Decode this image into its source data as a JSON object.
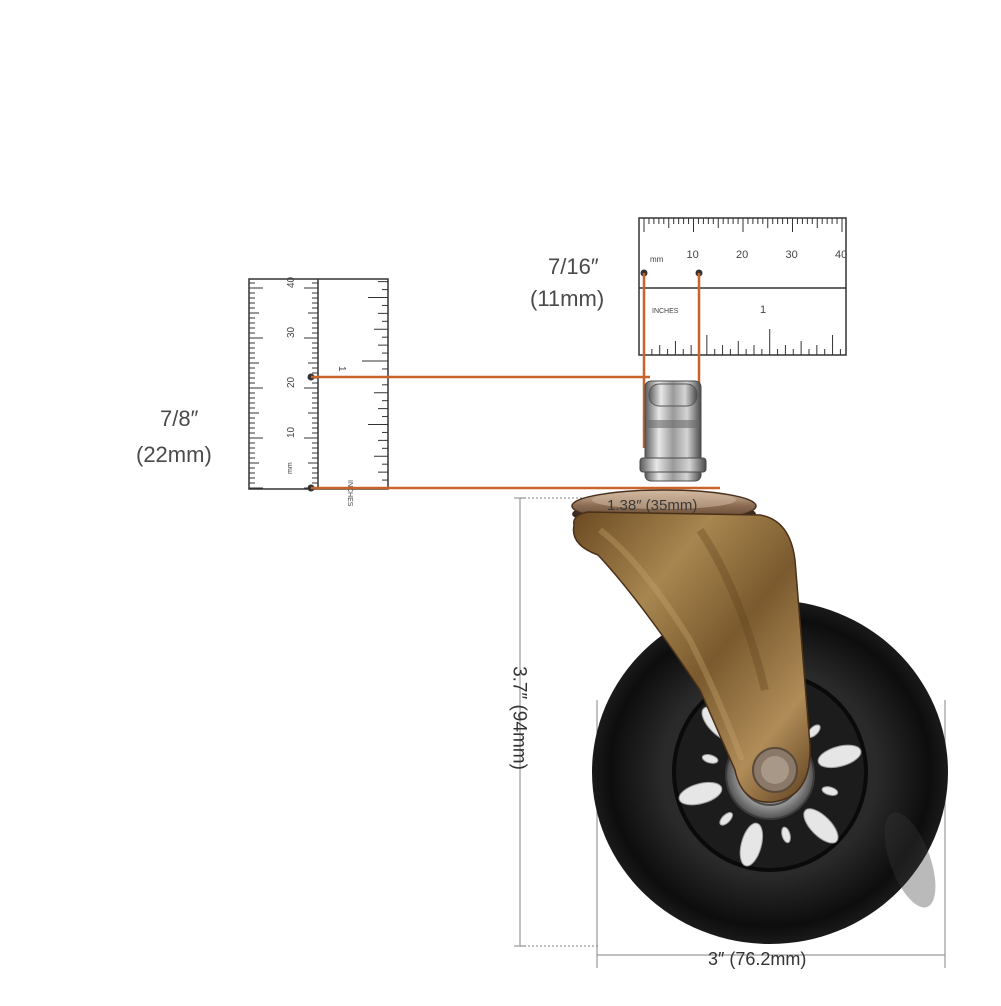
{
  "dimensions": {
    "stem_length_in": "7/16″",
    "stem_length_mm": "(11mm)",
    "stem_diameter_in": "7/8″",
    "stem_diameter_mm": "(22mm)",
    "mount_plate": "1.38″ (35mm)",
    "overall_height": "3.7″  (94mm)",
    "wheel_width": "3″ (76.2mm)"
  },
  "rulers": {
    "top": {
      "mm_tag": "mm",
      "mm_ticks": [
        "10",
        "20",
        "30",
        "40"
      ],
      "inch_tag": "INCHES",
      "inch_ticks": [
        "1"
      ]
    },
    "left": {
      "mm_tag": "mm",
      "mm_ticks": [
        "10",
        "20",
        "30",
        "40"
      ],
      "inch_tag": "INCHES",
      "inch_ticks": [
        "1"
      ]
    }
  },
  "colors": {
    "measure_line": "#c8642a",
    "dim_line": "#888888",
    "tire": "#111111",
    "fork": "#8a6a3a",
    "stem": "#b8b8b8"
  }
}
